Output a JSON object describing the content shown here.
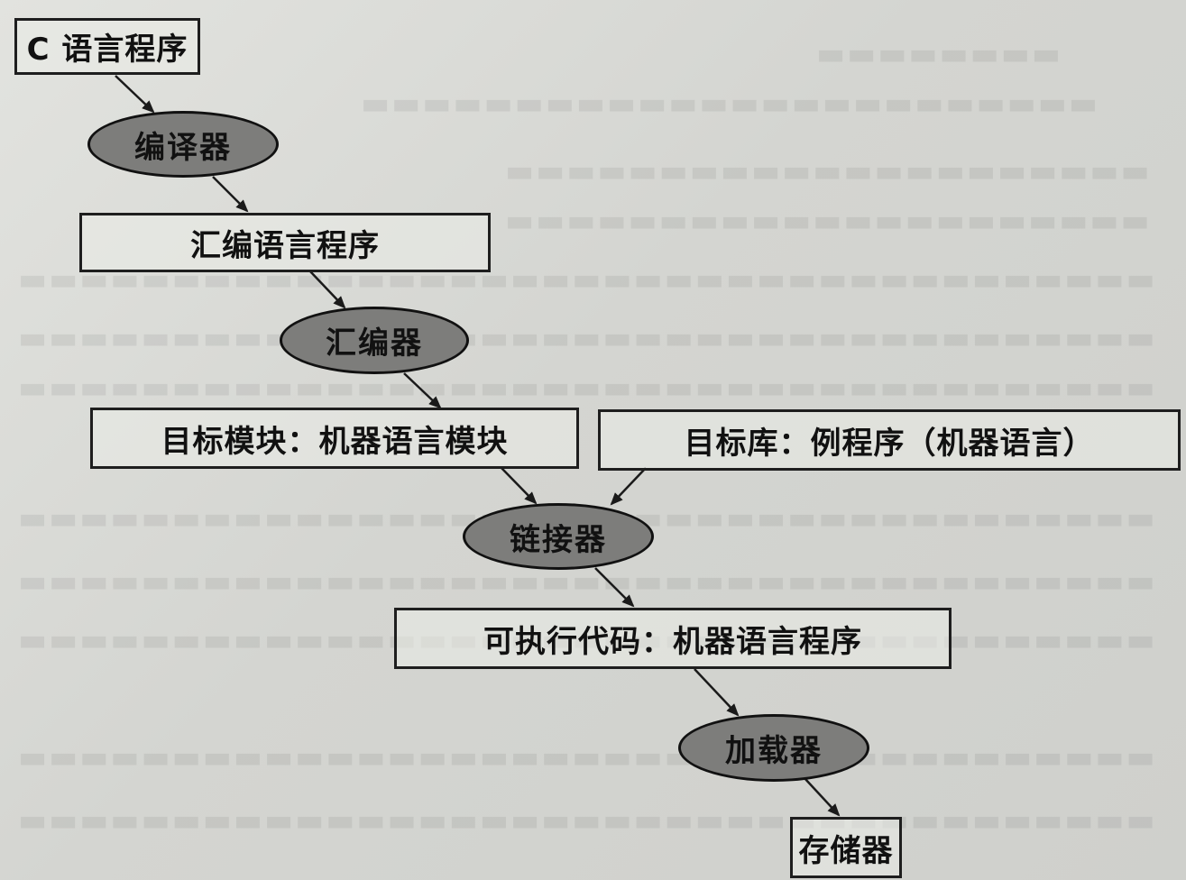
{
  "diagram": {
    "nodes": {
      "c_program": "C 语言程序",
      "compiler": "编译器",
      "asm_program": "汇编语言程序",
      "assembler": "汇编器",
      "object_module": "目标模块：机器语言模块",
      "object_library": "目标库：例程序（机器语言）",
      "linker": "链接器",
      "executable": "可执行代码：机器语言程序",
      "loader": "加载器",
      "memory": "存储器"
    }
  }
}
